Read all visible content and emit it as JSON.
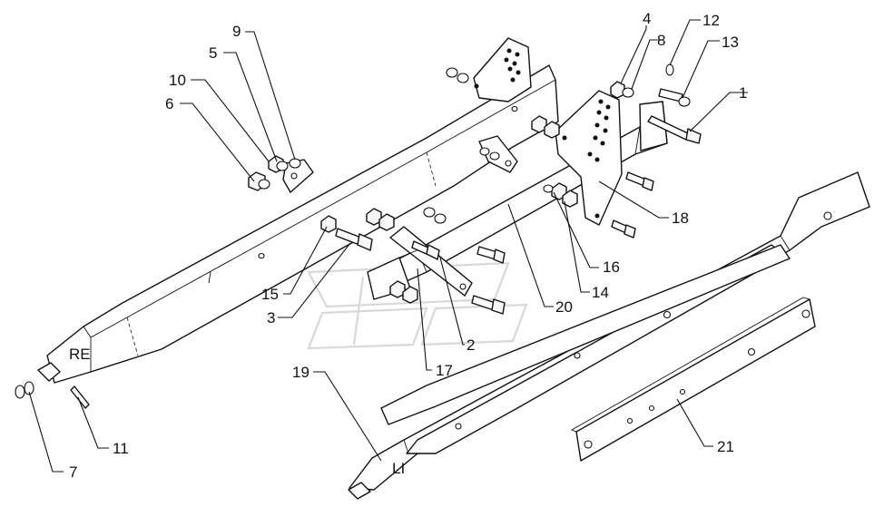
{
  "diagram": {
    "callouts": [
      {
        "id": "1",
        "label": "1"
      },
      {
        "id": "2",
        "label": "2"
      },
      {
        "id": "3",
        "label": "3"
      },
      {
        "id": "4",
        "label": "4"
      },
      {
        "id": "5",
        "label": "5"
      },
      {
        "id": "6",
        "label": "6"
      },
      {
        "id": "7",
        "label": "7"
      },
      {
        "id": "8",
        "label": "8"
      },
      {
        "id": "9",
        "label": "9"
      },
      {
        "id": "10",
        "label": "10"
      },
      {
        "id": "11",
        "label": "11"
      },
      {
        "id": "12",
        "label": "12"
      },
      {
        "id": "13",
        "label": "13"
      },
      {
        "id": "14",
        "label": "14"
      },
      {
        "id": "15",
        "label": "15"
      },
      {
        "id": "16",
        "label": "16"
      },
      {
        "id": "17",
        "label": "17"
      },
      {
        "id": "18",
        "label": "18"
      },
      {
        "id": "19",
        "label": "19"
      },
      {
        "id": "20",
        "label": "20"
      },
      {
        "id": "21",
        "label": "21"
      }
    ],
    "side_labels": {
      "right": "RE",
      "left": "LI"
    }
  }
}
